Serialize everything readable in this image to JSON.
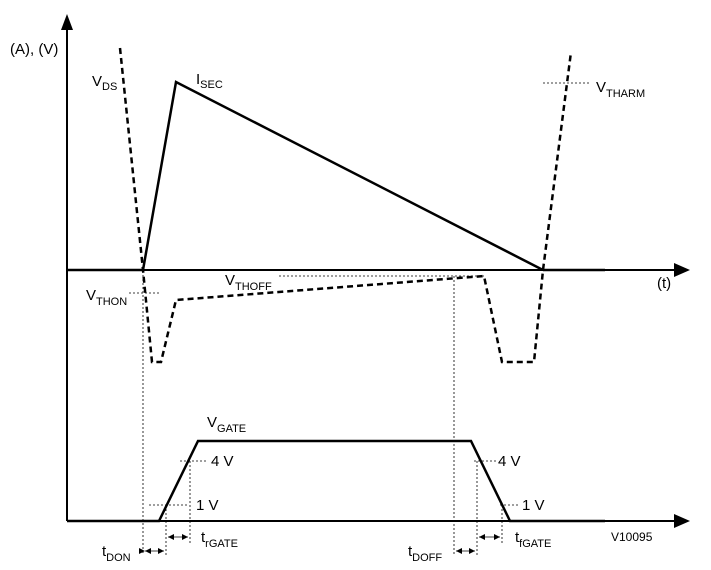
{
  "axes": {
    "y_label": "(A), (V)",
    "x_label": "(t)"
  },
  "signals": {
    "vds": "V",
    "vds_sub": "DS",
    "isec": "I",
    "isec_sub": "SEC",
    "vtharm": "V",
    "vtharm_sub": "THARM",
    "vthon": "V",
    "vthon_sub": "THON",
    "vthoff": "V",
    "vthoff_sub": "THOFF",
    "vgate": "V",
    "vgate_sub": "GATE"
  },
  "levels": {
    "left_4v": "4 V",
    "left_1v": "1 V",
    "right_4v": "4 V",
    "right_1v": "1 V"
  },
  "timing": {
    "tdon": "t",
    "tdon_sub": "DON",
    "trgate": "t",
    "trgate_sub": "rGATE",
    "tdoff": "t",
    "tdoff_sub": "DOFF",
    "tfgate": "t",
    "tfgate_sub": "fGATE"
  },
  "figure_id": "V10095"
}
